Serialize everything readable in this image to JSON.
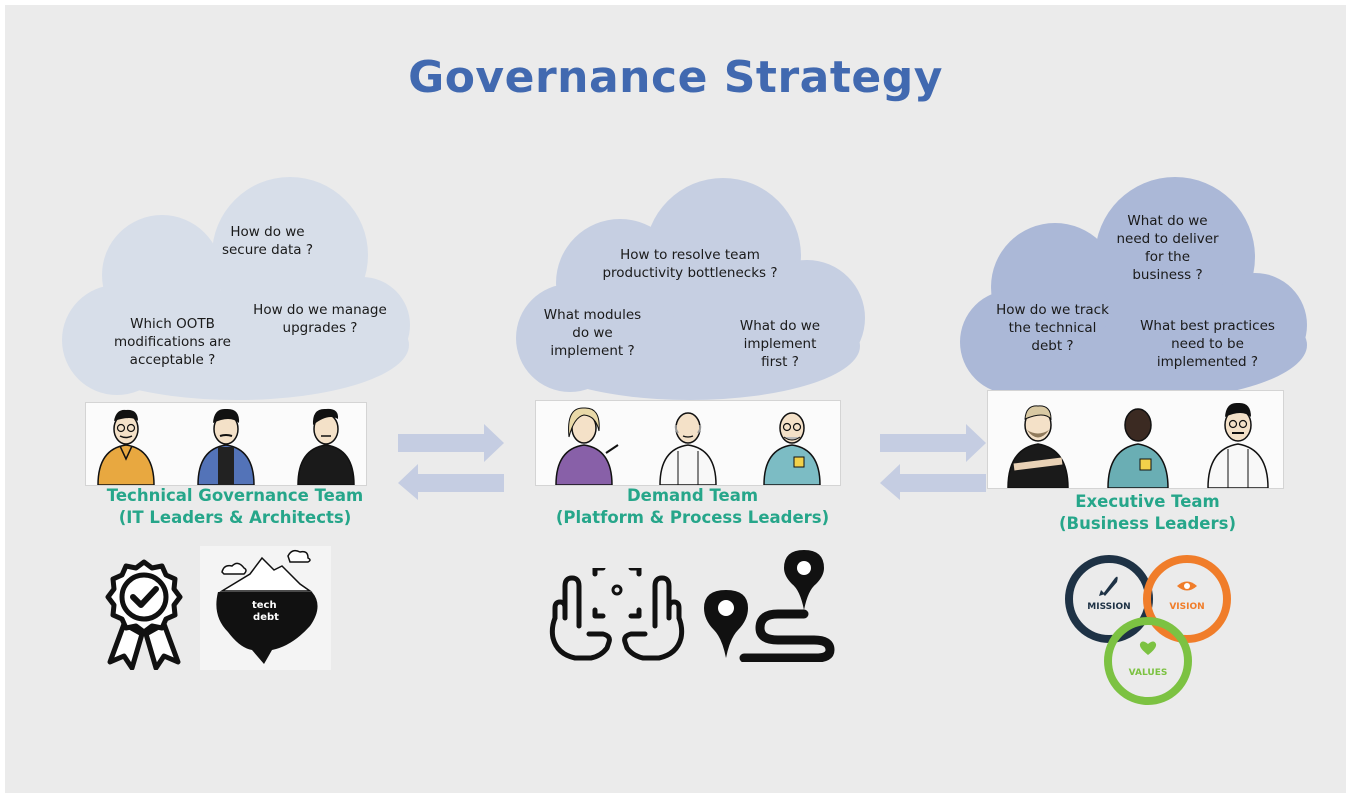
{
  "title": "Governance Strategy",
  "colors": {
    "title": "#4169b0",
    "team_label": "#26a68a",
    "cloud_light": "#d7dee9",
    "cloud_mid": "#c4cee2",
    "cloud_dark": "#a9b6d6",
    "arrow": "#c5cde2",
    "mission": "#1e3245",
    "vision": "#f07d2a",
    "values": "#7cc242"
  },
  "groups": [
    {
      "team": {
        "line1": "Technical Governance Team",
        "line2": "(IT Leaders & Architects)"
      },
      "questions": [
        "How do we\nsecure data ?",
        "How do we manage\nupgrades ?",
        "Which OOTB\nmodifications are\nacceptable ?"
      ],
      "icons": [
        "award-badge-icon",
        "iceberg-icon"
      ],
      "iceberg_label": "tech\ndebt"
    },
    {
      "team": {
        "line1": "Demand Team",
        "line2": "(Platform & Process Leaders)"
      },
      "questions": [
        "How to resolve team\nproductivity bottlenecks ?",
        "What modules\ndo we\nimplement ?",
        "What do we\nimplement\nfirst ?"
      ],
      "icons": [
        "focus-hands-icon",
        "route-map-icon"
      ]
    },
    {
      "team": {
        "line1": "Executive Team",
        "line2": "(Business Leaders)"
      },
      "questions": [
        "What do we\nneed to deliver\nfor the\nbusiness ?",
        "How do we track\nthe technical\ndebt ?",
        "What best practices\nneed to be\nimplemented ?"
      ],
      "icons": [
        "mission-vision-values-icon"
      ],
      "circles": {
        "mission": "MISSION",
        "vision": "VISION",
        "values": "VALUES"
      }
    }
  ]
}
